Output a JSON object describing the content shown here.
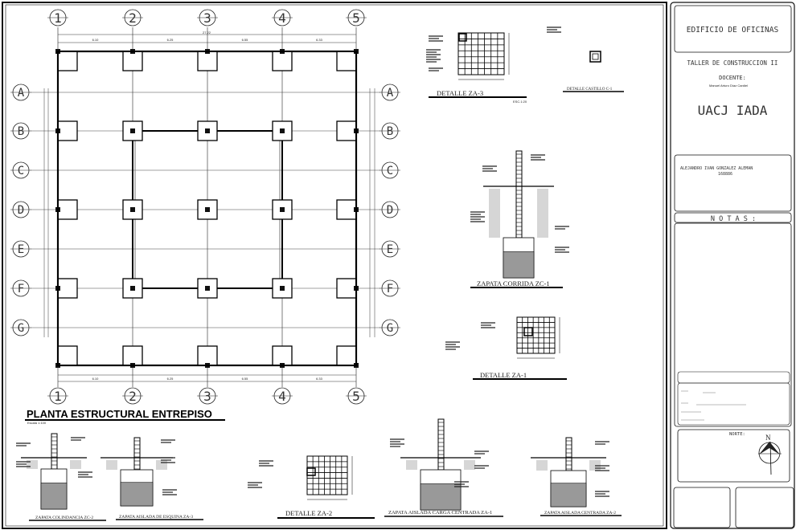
{
  "plan": {
    "title": "PLANTA ESTRUCTURAL ENTREPISO",
    "scale": "Escala 1:100",
    "columns": [
      "1",
      "2",
      "3",
      "4",
      "5"
    ],
    "rows": [
      "A",
      "B",
      "C",
      "D",
      "E",
      "F",
      "G"
    ],
    "overall_dimension": "27.22",
    "span_dimensions": [
      "6.10",
      "6.25",
      "6.55",
      "6.33"
    ]
  },
  "details": {
    "za3": {
      "title": "DETALLE ZA-3",
      "scale": "ESC.1:20"
    },
    "castillo": {
      "title": "DETALLE CASTILLO C-1"
    },
    "zc1": {
      "title": "ZAPATA CORRIDA  ZC-1"
    },
    "za1": {
      "title": "DETALLE ZA-1"
    },
    "zc2": {
      "title": "ZAPATA COLINDANCIA  ZC-2"
    },
    "za3_corner": {
      "title": "ZAPATA AISLADA DE ESQUINA ZA-3"
    },
    "za2": {
      "title": "DETALLE ZA-2"
    },
    "za1_center": {
      "title": "ZAPATA AISLADA CARGA CENTRADA ZA-1"
    },
    "za2_center": {
      "title": "ZAPATA AISLADA CENTRADA  ZA-2"
    }
  },
  "title_block": {
    "project": "EDIFICIO DE OFICINAS",
    "course": "TALLER DE CONSTRUCCION II",
    "teacher_label": "DOCENTE:",
    "teacher": "Manuel Arturo Díaz Cardiel",
    "institution": "UACJ IADA",
    "student": "ALEJANDRO IVAN GONZALEZ ALEMAN",
    "student_id": "168886",
    "notes_label": "N O T A S :",
    "north_label": "NORTE:",
    "north_letter": "N"
  }
}
